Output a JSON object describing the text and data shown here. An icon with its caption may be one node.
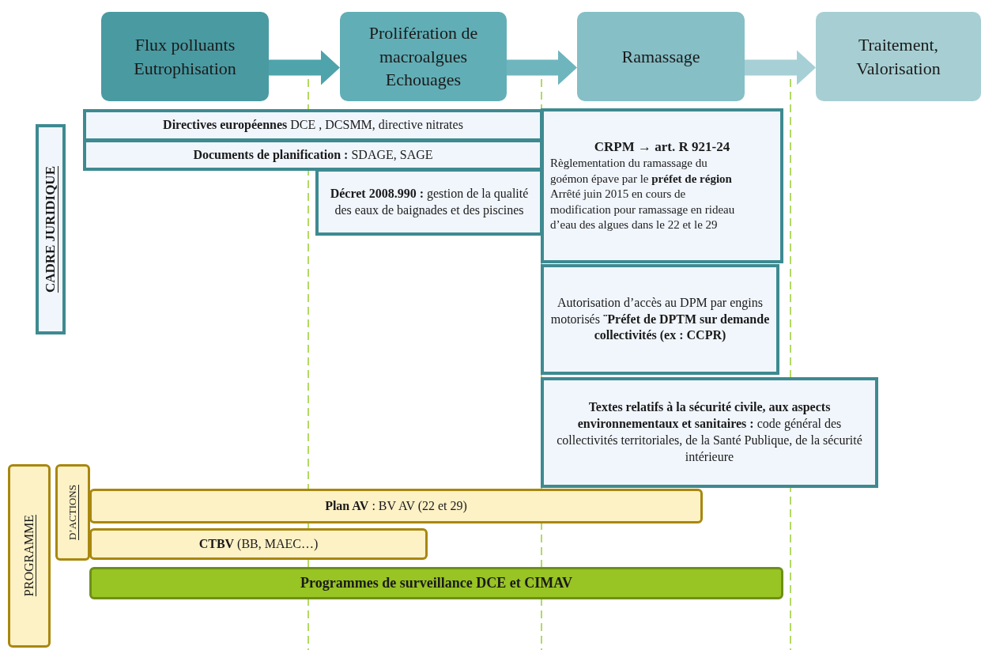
{
  "diagram": {
    "nodes": [
      {
        "text": [
          "Flux polluants Eutrophisation"
        ]
      },
      {
        "text": [
          "Prolifération de macroalgues Echouages"
        ]
      },
      {
        "text": [
          "Ramassage"
        ]
      },
      {
        "text": [
          "Traitement, Valorisation"
        ]
      },
      {
        "text": [
          "CADRE JURIDIQUE"
        ]
      },
      {
        "text": [
          "**Directives européennes**  DCE , DCSMM, directive nitrates"
        ]
      },
      {
        "text": [
          "**Documents de planification :** SDAGE, SAGE"
        ]
      },
      {
        "text": [
          "**Décret 2008.990 :** gestion de la qualité des eaux de baignades et des piscines"
        ]
      },
      {
        "text": [
          "CRPM → art. R 921-24",
          "Règlementation du ramassage du goémon épave par le **préfet de région**",
          "Arrêté juin 2015 en cours de modification pour ramassage en rideau d’eau  des algues dans le 22 et le 29"
        ]
      },
      {
        "text": [
          "Autorisation d’accès au DPM par engins motorisés **¨Préfet de DPTM sur demande collectivités (ex : CCPR)**"
        ]
      },
      {
        "text": [
          "**Textes relatifs à la sécurité civile, aux aspects environnementaux  et sanitaires :** code général des collectivités territoriales, de la Santé Publique, de la sécurité intérieure"
        ]
      },
      {
        "text": [
          "PROGRAMME"
        ]
      },
      {
        "text": [
          "D’ACTIONS"
        ]
      },
      {
        "text": [
          "**Plan AV** : BV AV (22 et 29)"
        ]
      },
      {
        "text": [
          "**CTBV** (BB, MAEC…)"
        ]
      },
      {
        "text": [
          "Programmes de surveillance DCE et CIMAV"
        ]
      }
    ],
    "edges": [
      {
        "from": 0,
        "to": 1,
        "arrow": "to"
      },
      {
        "from": 1,
        "to": 2,
        "arrow": "to"
      },
      {
        "from": 2,
        "to": 3,
        "arrow": "to"
      }
    ]
  }
}
